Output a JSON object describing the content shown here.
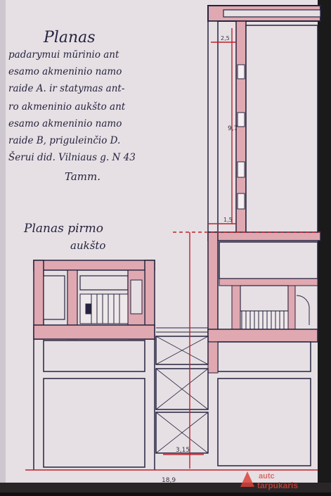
{
  "document": {
    "title": "Planas",
    "description_lines": [
      "padarymui mūrinio ant",
      "esamo akmeninio namo",
      "raide A. ir statymas ant-",
      "ro akmeninio aukšto ant",
      "esamo akmeninio namo",
      "raide B, priguleinčio D.",
      "Šerui did. Vilniaus g. N 43",
      "Tamm."
    ],
    "plan_caption": [
      "Planas pirmo",
      "aukšto"
    ]
  },
  "dimensions": {
    "top_width": "2,5",
    "long_height": "9,7",
    "wing_width": "1,5",
    "passage_width": "3,15",
    "total_width": "18,9"
  },
  "watermark": {
    "line1": "autc",
    "line2": "tarpukaris",
    "color": "#d9423a"
  },
  "colors": {
    "paper": "#e6e0e4",
    "wall": "#e0a8b0",
    "ink": "#25233f",
    "red_line": "#c0202a"
  }
}
